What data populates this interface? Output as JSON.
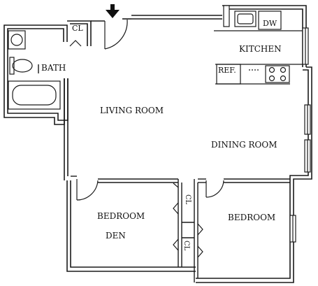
{
  "labels": {
    "closet_top": "CL",
    "dishwasher": "DW",
    "kitchen": "KITCHEN",
    "bath": "BATH",
    "refrigerator": "REF.",
    "living_room": "LIVING ROOM",
    "dining_room": "DINING ROOM",
    "bedroom_den_line1": "BEDROOM",
    "bedroom_den_line2": "DEN",
    "bedroom": "BEDROOM",
    "closet_middle": "CL",
    "closet_lower": "CL"
  },
  "colors": {
    "wall": "#1a1a1a",
    "background": "#ffffff"
  },
  "icons": {
    "entrance": "arrow-down-icon"
  }
}
